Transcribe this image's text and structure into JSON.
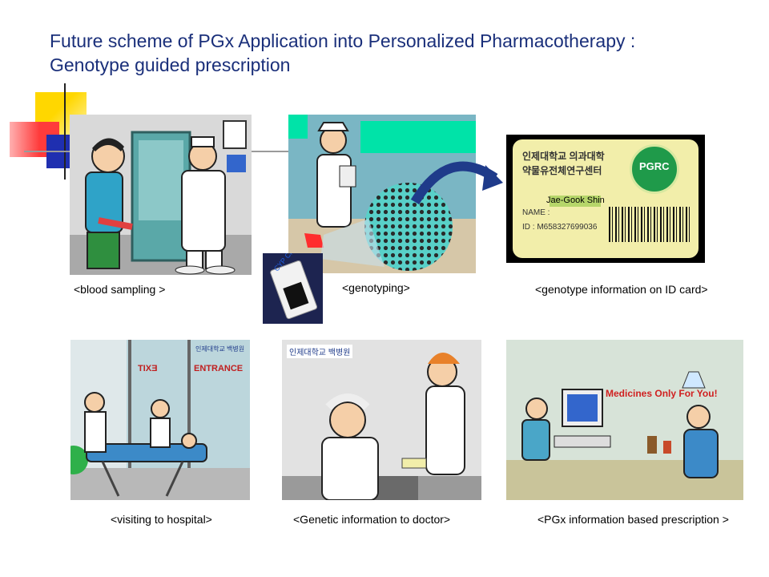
{
  "title": {
    "line1": "Future scheme of PGx Application into Personalized Pharmacotherapy :",
    "line2": "Genotype guided prescription"
  },
  "colors": {
    "title": "#1a2f7a",
    "accent_yellow": "#ffd700",
    "accent_red": "#ff3b3b",
    "accent_blue": "#1f2fb0",
    "teal": "#00e3a8",
    "card": "#f2eeaa"
  },
  "captions": {
    "blood_sampling": "<blood sampling >",
    "genotyping": "<genotyping>",
    "id_card": "<genotype information  on ID card>",
    "visiting": "<visiting to hospital>",
    "genetic_info": "<Genetic information  to doctor>",
    "prescription": "<PGx information based prescription >"
  },
  "panels": {
    "genotyping": {
      "chip_label": "CYP Chip"
    },
    "id_card": {
      "korean_line1": "인제대학교 의과대학",
      "korean_line2": "약물유전체연구센터",
      "logo": "PGRC",
      "name_value": "Jae-Gook Shin",
      "name_label": "NAME :",
      "id_line": "ID : M658327699036"
    },
    "visiting": {
      "sign_exit": "EXIT",
      "sign_entrance": "ENTRANCE",
      "hospital_sign": "인제대학교 백병원"
    },
    "genetic_info": {
      "hospital_sign": "인제대학교 백병원"
    },
    "prescription": {
      "banner": "Medicines Only For You!"
    }
  }
}
